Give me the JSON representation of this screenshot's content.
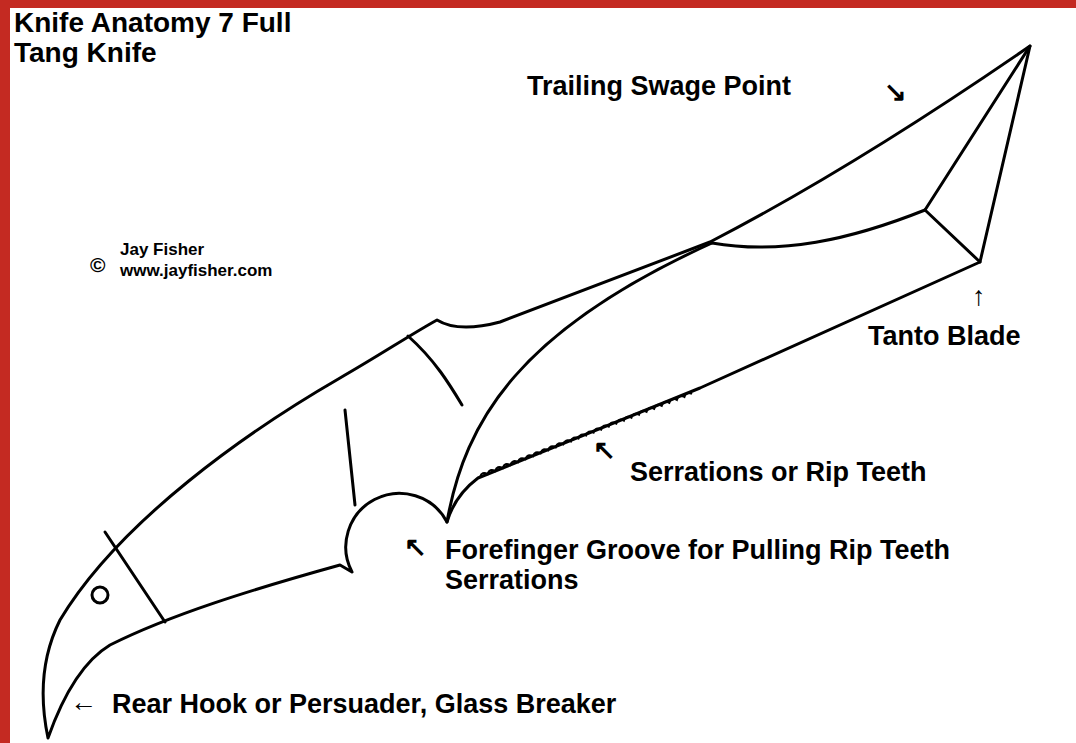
{
  "diagram": {
    "title": "Knife Anatomy 7 Full Tang Knife",
    "labels": [
      "Trailing Swage Point",
      "↘",
      "↑",
      "Tanto Blade",
      "↖",
      "Serrations or Rip Teeth",
      "↖",
      "Forefinger Groove for Pulling Rip Teeth Serrations",
      "←",
      "Rear Hook or Persuader, Glass Breaker",
      "©",
      "Jay Fisher",
      "www.jayfisher.com"
    ]
  }
}
